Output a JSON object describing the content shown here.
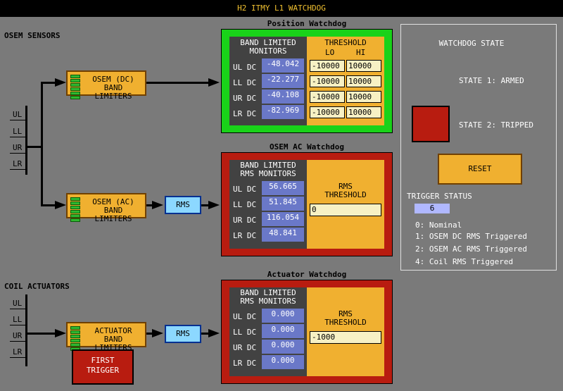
{
  "title": "H2 ITMY L1 WATCHDOG",
  "osem_sensors": {
    "heading": "OSEM SENSORS",
    "channels": [
      "UL",
      "LL",
      "UR",
      "LR"
    ],
    "dc_block": [
      "OSEM (DC)",
      "BAND LIMITERS"
    ],
    "ac_block": [
      "OSEM (AC)",
      "BAND LIMITERS"
    ],
    "rms_label": "RMS"
  },
  "coil_actuators": {
    "heading": "COIL ACTUATORS",
    "channels": [
      "UL",
      "LL",
      "UR",
      "LR"
    ],
    "block": [
      "ACTUATOR",
      "BAND LIMITERS"
    ],
    "rms_label": "RMS",
    "first_trigger": [
      "FIRST",
      "TRIGGER"
    ]
  },
  "position_watchdog": {
    "title": "Position Watchdog",
    "monitors_header": [
      "BAND LIMITED",
      "MONITORS"
    ],
    "threshold_header": "THRESHOLD",
    "lo": "LO",
    "hi": "HI",
    "rows": [
      {
        "label": "UL DC",
        "value": "-48.042",
        "lo": "-10000",
        "hi": "10000"
      },
      {
        "label": "LL DC",
        "value": "-22.277",
        "lo": "-10000",
        "hi": "10000"
      },
      {
        "label": "UR DC",
        "value": "-40.108",
        "lo": "-10000",
        "hi": "10000"
      },
      {
        "label": "LR DC",
        "value": "-82.969",
        "lo": "-10000",
        "hi": "10000"
      }
    ]
  },
  "osem_ac_watchdog": {
    "title": "OSEM AC Watchdog",
    "monitors_header": [
      "BAND LIMITED",
      "RMS MONITORS"
    ],
    "threshold_header": [
      "RMS",
      "THRESHOLD"
    ],
    "threshold": "0",
    "rows": [
      {
        "label": "UL DC",
        "value": "56.665"
      },
      {
        "label": "LL DC",
        "value": "51.845"
      },
      {
        "label": "UR DC",
        "value": "116.054"
      },
      {
        "label": "LR DC",
        "value": "48.841"
      }
    ]
  },
  "actuator_watchdog": {
    "title": "Actuator Watchdog",
    "monitors_header": [
      "BAND LIMITED",
      "RMS MONITORS"
    ],
    "threshold_header": [
      "RMS",
      "THRESHOLD"
    ],
    "threshold": "-1000",
    "rows": [
      {
        "label": "UL DC",
        "value": "0.000"
      },
      {
        "label": "LL DC",
        "value": "0.000"
      },
      {
        "label": "UR DC",
        "value": "0.000"
      },
      {
        "label": "LR DC",
        "value": "0.000"
      }
    ]
  },
  "watchdog_state": {
    "heading": "WATCHDOG STATE",
    "state1": "STATE 1: ARMED",
    "state2": "STATE 2: TRIPPED",
    "reset": "RESET",
    "trigger_status_label": "TRIGGER STATUS",
    "trigger_status_value": "6",
    "legend": [
      "0: Nominal",
      "1: OSEM DC RMS Triggered",
      "2: OSEM AC RMS Triggered",
      "4: Coil RMS Triggered"
    ]
  },
  "colors": {
    "position_frame": "#19d219",
    "ac_frame": "#b81c10",
    "actuator_frame": "#b81c10",
    "state_indicator": "#b81c10"
  }
}
